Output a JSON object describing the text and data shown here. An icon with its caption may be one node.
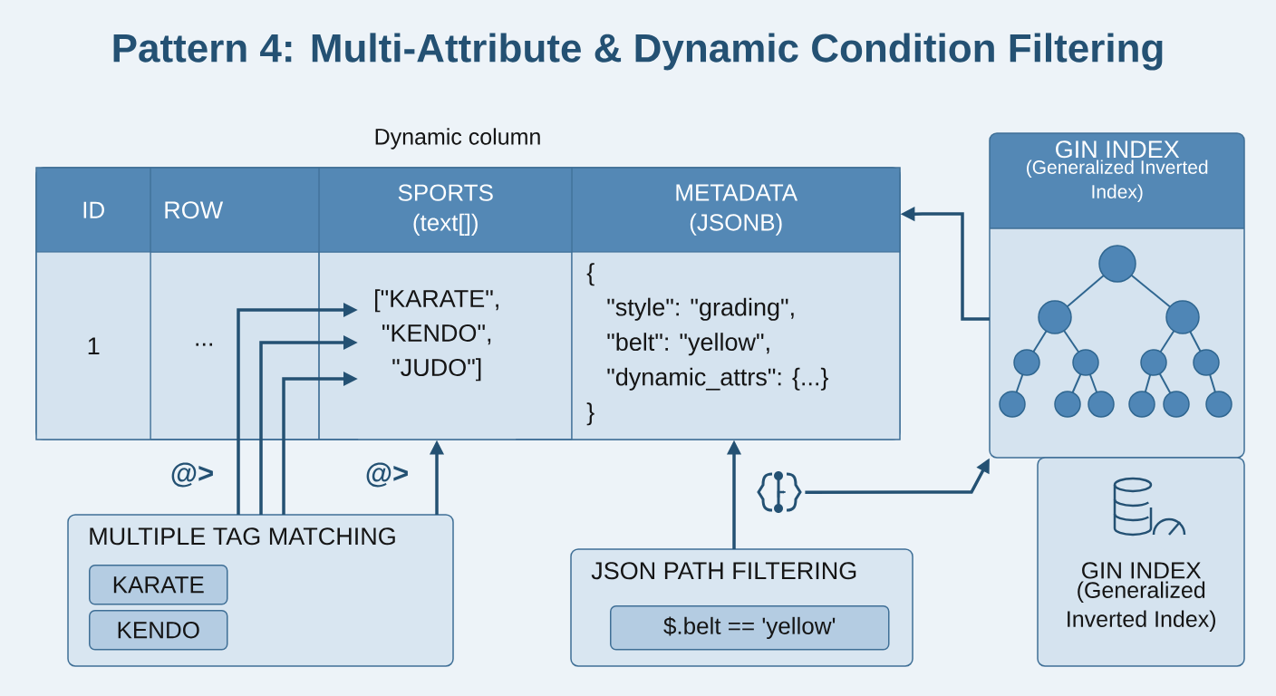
{
  "diagram": {
    "title": "Pattern 4: Multi-Attribute & Dynamic Condition Filtering",
    "nodes": [
      {
        "text": [
          "ID"
        ]
      },
      {
        "text": [
          "ROW"
        ]
      },
      {
        "text": [
          "SPORTS (text[])"
        ]
      },
      {
        "text": [
          "METADATA (JSONB)"
        ]
      },
      {
        "text": [
          "1"
        ]
      },
      {
        "text": [
          "..."
        ]
      },
      {
        "text": [
          "[\"KARATE\",",
          "\"KENDO\",",
          "\"JUDO\"]"
        ]
      },
      {
        "text": [
          "{",
          "\"style\": \"grading\",",
          "\"belt\": \"yellow\",",
          "\"dynamic_attrs\": {...}",
          "}"
        ]
      },
      {
        "text": [
          "GIN INDEX",
          "(Generalized Inverted Index)"
        ]
      },
      {
        "text": [
          "GIN INDEX",
          "(Generalized Inverted Index)"
        ]
      },
      {
        "text": [
          "MULTIPLE TAG MATCHING"
        ]
      },
      {
        "text": [
          "KARATE"
        ],
        "in": 10
      },
      {
        "text": [
          "KENDO"
        ],
        "in": 10
      },
      {
        "text": [],
        "shape": "picture"
      },
      {
        "text": [
          "JSON PATH FILTERING"
        ]
      },
      {
        "text": [
          "$.belt == 'yellow'"
        ],
        "in": 14
      }
    ],
    "edges": [
      {
        "from": 10,
        "to": 6,
        "arrow": "to"
      },
      {
        "from": 10,
        "to": 6,
        "arrow": "to"
      },
      {
        "from": 10,
        "to": 6,
        "arrow": "to"
      },
      {
        "from": 10,
        "to": 6,
        "arrow": "to"
      },
      {
        "from": 14,
        "to": 7,
        "arrow": "to"
      },
      {
        "from": 8,
        "to": 3,
        "arrow": "to"
      },
      {
        "from": 13,
        "to": 8,
        "arrow": "to"
      }
    ],
    "labels": [
      "Dynamic column",
      "@>",
      "@>"
    ]
  }
}
